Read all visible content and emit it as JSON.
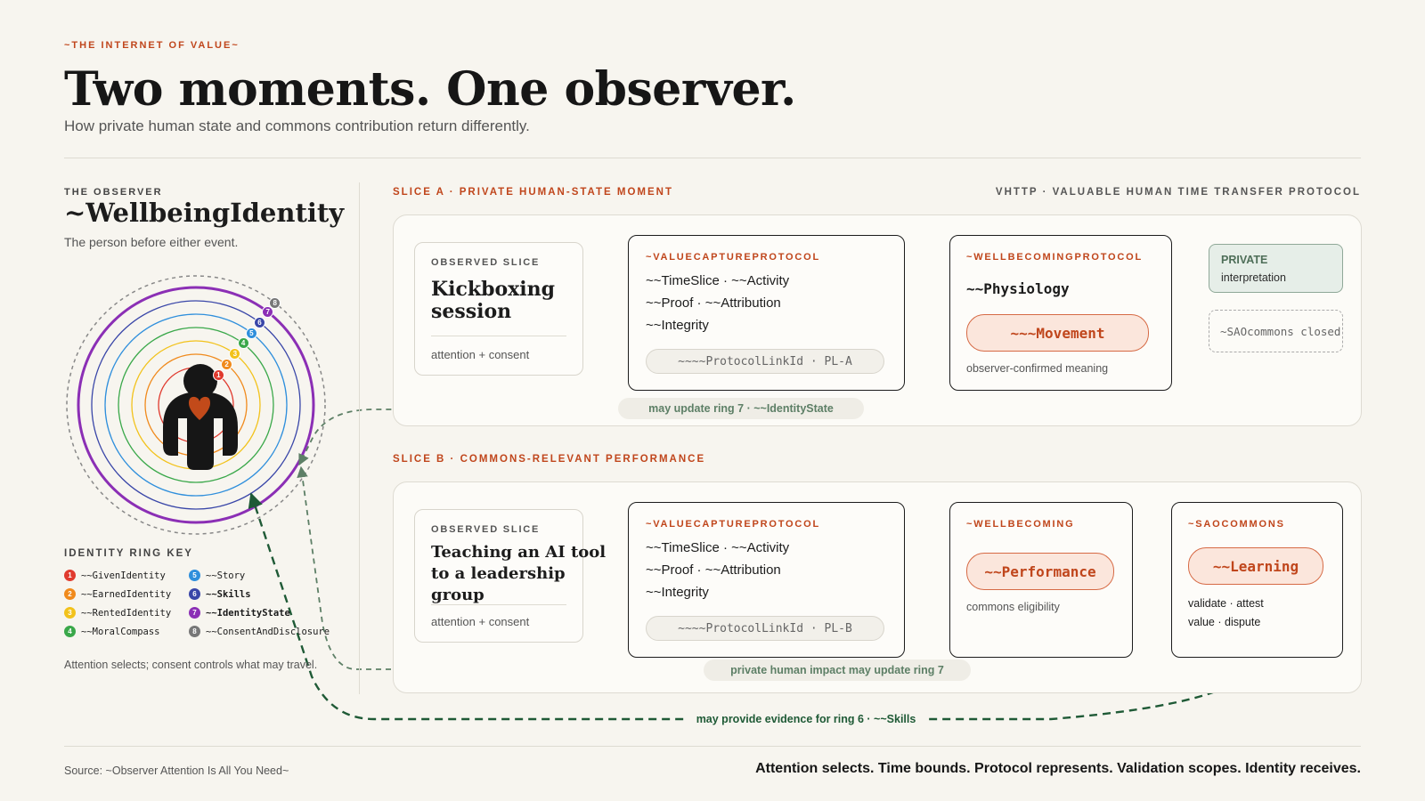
{
  "header": {
    "kicker": "~THE INTERNET OF VALUE~",
    "title": "Two moments. One observer.",
    "subtitle": "How private human state and commons contribution return differently."
  },
  "observer": {
    "label": "THE OBSERVER",
    "name": "~WellbeingIdentity",
    "desc": "The person before either event.",
    "rings": [
      {
        "n": "1",
        "color": "#e03a2e"
      },
      {
        "n": "2",
        "color": "#f08a1c"
      },
      {
        "n": "3",
        "color": "#f2c21b"
      },
      {
        "n": "4",
        "color": "#3aa84a"
      },
      {
        "n": "5",
        "color": "#2f8fdc"
      },
      {
        "n": "6",
        "color": "#3946a8"
      },
      {
        "n": "7",
        "color": "#8b2fb5"
      },
      {
        "n": "8",
        "color": "#777777"
      }
    ],
    "key_title": "IDENTITY RING KEY",
    "key": [
      {
        "n": "1",
        "label": "~~GivenIdentity",
        "color": "#e03a2e",
        "bold": false
      },
      {
        "n": "2",
        "label": "~~EarnedIdentity",
        "color": "#f08a1c",
        "bold": false
      },
      {
        "n": "3",
        "label": "~~RentedIdentity",
        "color": "#f2c21b",
        "bold": false
      },
      {
        "n": "4",
        "label": "~~MoralCompass",
        "color": "#3aa84a",
        "bold": false
      },
      {
        "n": "5",
        "label": "~~Story",
        "color": "#2f8fdc",
        "bold": false
      },
      {
        "n": "6",
        "label": "~~Skills",
        "color": "#3946a8",
        "bold": true
      },
      {
        "n": "7",
        "label": "~~IdentityState",
        "color": "#8b2fb5",
        "bold": true
      },
      {
        "n": "8",
        "label": "~~ConsentAndDisclosure",
        "color": "#777777",
        "bold": false
      }
    ],
    "footnote": "Attention selects; consent controls what may travel."
  },
  "protocol_label": "VHTTP · VALUABLE HUMAN TIME TRANSFER PROTOCOL",
  "slice_a": {
    "label": "SLICE A · PRIVATE HUMAN-STATE MOMENT",
    "observed": {
      "kicker": "OBSERVED SLICE",
      "title_lines": [
        "Kickboxing",
        "session"
      ],
      "note": "attention + consent"
    },
    "vcp": {
      "kicker": "~VALUECAPTUREPROTOCOL",
      "lines": [
        "~~TimeSlice · ~~Activity",
        "~~Proof · ~~Attribution",
        "~~Integrity"
      ],
      "link": "~~~~ProtocolLinkId · PL-A"
    },
    "wbp": {
      "kicker": "~WELLBECOMINGPROTOCOL",
      "item": "~~Physiology",
      "chip": "~~~Movement",
      "note": "observer-confirmed meaning"
    },
    "private": {
      "title": "PRIVATE",
      "sub": "interpretation"
    },
    "closed": "~SAOcommons closed",
    "route": "may update ring 7 · ~~IdentityState"
  },
  "slice_b": {
    "label": "SLICE B · COMMONS-RELEVANT PERFORMANCE",
    "observed": {
      "kicker": "OBSERVED SLICE",
      "title_lines": [
        "Teaching an AI tool",
        "to a leadership",
        "group"
      ],
      "note": "attention + consent"
    },
    "vcp": {
      "kicker": "~VALUECAPTUREPROTOCOL",
      "lines": [
        "~~TimeSlice · ~~Activity",
        "~~Proof · ~~Attribution",
        "~~Integrity"
      ],
      "link": "~~~~ProtocolLinkId · PL-B"
    },
    "wb": {
      "kicker": "~WELLBECOMING",
      "chip": "~~Performance",
      "note": "commons eligibility"
    },
    "sao": {
      "kicker": "~SAOCOMMONS",
      "chip": "~~Learning",
      "lines": [
        "validate · attest",
        "value · dispute"
      ]
    },
    "route_private": "private human impact may update ring 7",
    "route_commons": "may provide evidence for ring 6 · ~~Skills"
  },
  "footer": {
    "source": "Source: ~Observer Attention Is All You Need~",
    "tagline": "Attention selects. Time bounds. Protocol represents. Validation scopes. Identity receives."
  },
  "colors": {
    "accent": "#c0461c",
    "route_light": "#5d7f66",
    "route_dark": "#1f5a36",
    "ring8": "#8b2fb5"
  }
}
